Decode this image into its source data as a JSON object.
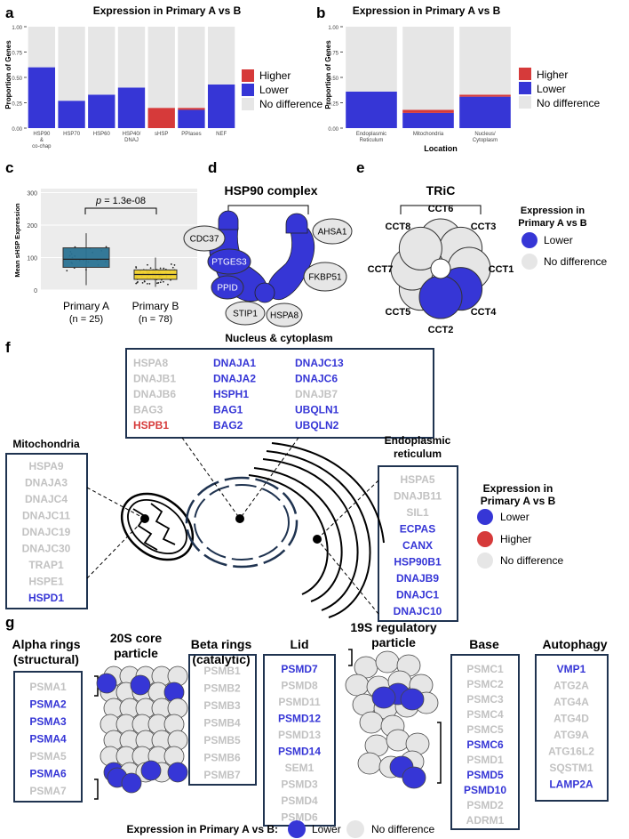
{
  "colors": {
    "lower": "#3636d6",
    "higher": "#d63a3a",
    "nodiff": "#e6e6e6",
    "grey_text": "#c2c2c2",
    "box_border": "#1f3350",
    "teal": "#2a7394",
    "yellow": "#f1d22c"
  },
  "panel_labels": {
    "a": "a",
    "b": "b",
    "c": "c",
    "d": "d",
    "e": "e",
    "f": "f",
    "g": "g"
  },
  "panel_a": {
    "title": "Expression in Primary A vs B",
    "ylabel": "Proportion of Genes",
    "yticks": [
      "0.00",
      "0.25",
      "0.50",
      "0.75",
      "1.00"
    ],
    "legend": [
      "Higher",
      "Lower",
      "No difference"
    ],
    "chart_data": {
      "type": "bar",
      "stacked": true,
      "categories": [
        "HSP90 & co-chap",
        "HSP70",
        "HSP60",
        "HSP40/ DNAJ",
        "sHSP",
        "PPIases",
        "NEF"
      ],
      "category_lines": [
        [
          "HSP90",
          "&",
          "co-chap"
        ],
        [
          "HSP70"
        ],
        [
          "HSP60"
        ],
        [
          "HSP40/",
          "DNAJ"
        ],
        [
          "sHSP"
        ],
        [
          "PPIases"
        ],
        [
          "NEF"
        ]
      ],
      "series": [
        {
          "name": "Lower",
          "values": [
            0.6,
            0.27,
            0.33,
            0.4,
            0.0,
            0.18,
            0.43
          ]
        },
        {
          "name": "Higher",
          "values": [
            0.0,
            0.0,
            0.0,
            0.0,
            0.2,
            0.02,
            0.0
          ]
        },
        {
          "name": "No difference",
          "values": [
            0.4,
            0.73,
            0.67,
            0.6,
            0.8,
            0.8,
            0.57
          ]
        }
      ],
      "ylim": [
        0,
        1
      ]
    }
  },
  "panel_b": {
    "title": "Expression in Primary A vs B",
    "ylabel": "Proportion of Genes",
    "xlabel": "Location",
    "yticks": [
      "0.00",
      "0.25",
      "0.50",
      "0.75",
      "1.00"
    ],
    "legend": [
      "Higher",
      "Lower",
      "No difference"
    ],
    "chart_data": {
      "type": "bar",
      "stacked": true,
      "categories": [
        "Endoplasmic Reticulum",
        "Mitochondria",
        "Nucleus/ Cytoplasm"
      ],
      "category_lines": [
        [
          "Endoplasmic",
          "Reticulum"
        ],
        [
          "Mitochondria"
        ],
        [
          "Nucleus/",
          "Cytoplasm"
        ]
      ],
      "series": [
        {
          "name": "Lower",
          "values": [
            0.36,
            0.15,
            0.31
          ]
        },
        {
          "name": "Higher",
          "values": [
            0.0,
            0.03,
            0.02
          ]
        },
        {
          "name": "No difference",
          "values": [
            0.64,
            0.82,
            0.67
          ]
        }
      ],
      "ylim": [
        0,
        1
      ]
    }
  },
  "panel_c": {
    "ylabel": "Mean sHSP Expression",
    "yticks": [
      "0",
      "100",
      "200",
      "300"
    ],
    "pvalue_p": "p",
    "pvalue_rest": " = 1.3e-08",
    "groups": [
      "Primary A",
      "Primary B"
    ],
    "ns": [
      "(n = 25)",
      "(n = 78)"
    ],
    "chart_data": {
      "type": "box",
      "ylim": [
        0,
        300
      ],
      "boxes": [
        {
          "name": "Primary A",
          "n": 25,
          "min": 15,
          "q1": 70,
          "median": 95,
          "q3": 130,
          "max": 175
        },
        {
          "name": "Primary B",
          "n": 78,
          "min": 10,
          "q1": 33,
          "median": 48,
          "q3": 62,
          "max": 100
        }
      ]
    }
  },
  "panel_d": {
    "title": "HSP90 complex",
    "proteins": [
      {
        "name": "CDC37",
        "status": "nodiff"
      },
      {
        "name": "PTGES3",
        "status": "lower"
      },
      {
        "name": "PPID",
        "status": "lower"
      },
      {
        "name": "STIP1",
        "status": "nodiff"
      },
      {
        "name": "HSPA8",
        "status": "nodiff"
      },
      {
        "name": "FKBP51",
        "status": "nodiff"
      },
      {
        "name": "AHSA1",
        "status": "nodiff"
      }
    ]
  },
  "panel_e": {
    "title": "TRiC",
    "subunits": [
      "CCT6",
      "CCT3",
      "CCT1",
      "CCT4",
      "CCT2",
      "CCT5",
      "CCT7",
      "CCT8"
    ],
    "lower_subunits": [
      "CCT4",
      "CCT2"
    ],
    "legend_title": "Expression in Primary A vs B",
    "legend_title_lines": [
      "Expression in",
      "Primary A vs B"
    ],
    "legend": [
      "Lower",
      "No difference"
    ]
  },
  "panel_f": {
    "nucleus_title": "Nucleus & cytoplasm",
    "nucleus_columns": [
      [
        {
          "name": "HSPA8",
          "status": "nodiff"
        },
        {
          "name": "DNAJB1",
          "status": "nodiff"
        },
        {
          "name": "DNAJB6",
          "status": "nodiff"
        },
        {
          "name": "BAG3",
          "status": "nodiff"
        },
        {
          "name": "HSPB1",
          "status": "higher"
        }
      ],
      [
        {
          "name": "DNAJA1",
          "status": "lower"
        },
        {
          "name": "DNAJA2",
          "status": "lower"
        },
        {
          "name": "HSPH1",
          "status": "lower"
        },
        {
          "name": "BAG1",
          "status": "lower"
        },
        {
          "name": "BAG2",
          "status": "lower"
        }
      ],
      [
        {
          "name": "DNAJC13",
          "status": "lower"
        },
        {
          "name": "DNAJC6",
          "status": "lower"
        },
        {
          "name": "DNAJB7",
          "status": "nodiff"
        },
        {
          "name": "UBQLN1",
          "status": "lower"
        },
        {
          "name": "UBQLN2",
          "status": "lower"
        }
      ]
    ],
    "mito_title": "Mitochondria",
    "mito_genes": [
      {
        "name": "HSPA9",
        "status": "nodiff"
      },
      {
        "name": "DNAJA3",
        "status": "nodiff"
      },
      {
        "name": "DNAJC4",
        "status": "nodiff"
      },
      {
        "name": "DNAJC11",
        "status": "nodiff"
      },
      {
        "name": "DNAJC19",
        "status": "nodiff"
      },
      {
        "name": "DNAJC30",
        "status": "nodiff"
      },
      {
        "name": "TRAP1",
        "status": "nodiff"
      },
      {
        "name": "HSPE1",
        "status": "nodiff"
      },
      {
        "name": "HSPD1",
        "status": "lower"
      }
    ],
    "er_title": "Endoplasmic reticulum",
    "er_title_lines": [
      "Endoplasmic",
      "reticulum"
    ],
    "er_genes": [
      {
        "name": "HSPA5",
        "status": "nodiff"
      },
      {
        "name": "DNAJB11",
        "status": "nodiff"
      },
      {
        "name": "SIL1",
        "status": "nodiff"
      },
      {
        "name": "ECPAS",
        "status": "lower"
      },
      {
        "name": "CANX",
        "status": "lower"
      },
      {
        "name": "HSP90B1",
        "status": "lower"
      },
      {
        "name": "DNAJB9",
        "status": "lower"
      },
      {
        "name": "DNAJC1",
        "status": "lower"
      },
      {
        "name": "DNAJC10",
        "status": "lower"
      }
    ],
    "legend_title_lines": [
      "Expression in",
      "Primary A vs B"
    ],
    "legend": [
      "Lower",
      "Higher",
      "No difference"
    ]
  },
  "panel_g": {
    "alpha_title_lines": [
      "Alpha rings",
      "(structural)"
    ],
    "core_title_lines": [
      "20S core",
      "particle"
    ],
    "beta_title_lines": [
      "Beta rings",
      "(catalytic)"
    ],
    "lid_title": "Lid",
    "reg_title_lines": [
      "19S regulatory",
      "particle"
    ],
    "base_title": "Base",
    "autophagy_title": "Autophagy",
    "alpha_genes": [
      {
        "name": "PSMA1",
        "status": "nodiff"
      },
      {
        "name": "PSMA2",
        "status": "lower"
      },
      {
        "name": "PSMA3",
        "status": "lower"
      },
      {
        "name": "PSMA4",
        "status": "lower"
      },
      {
        "name": "PSMA5",
        "status": "nodiff"
      },
      {
        "name": "PSMA6",
        "status": "lower"
      },
      {
        "name": "PSMA7",
        "status": "nodiff"
      }
    ],
    "beta_genes": [
      {
        "name": "PSMB1",
        "status": "nodiff"
      },
      {
        "name": "PSMB2",
        "status": "nodiff"
      },
      {
        "name": "PSMB3",
        "status": "nodiff"
      },
      {
        "name": "PSMB4",
        "status": "nodiff"
      },
      {
        "name": "PSMB5",
        "status": "nodiff"
      },
      {
        "name": "PSMB6",
        "status": "nodiff"
      },
      {
        "name": "PSMB7",
        "status": "nodiff"
      }
    ],
    "lid_genes": [
      {
        "name": "PSMD7",
        "status": "lower"
      },
      {
        "name": "PSMD8",
        "status": "nodiff"
      },
      {
        "name": "PSMD11",
        "status": "nodiff"
      },
      {
        "name": "PSMD12",
        "status": "lower"
      },
      {
        "name": "PSMD13",
        "status": "nodiff"
      },
      {
        "name": "PSMD14",
        "status": "lower"
      },
      {
        "name": "SEM1",
        "status": "nodiff"
      },
      {
        "name": "PSMD3",
        "status": "nodiff"
      },
      {
        "name": "PSMD4",
        "status": "nodiff"
      },
      {
        "name": "PSMD6",
        "status": "nodiff"
      }
    ],
    "base_genes": [
      {
        "name": "PSMC1",
        "status": "nodiff"
      },
      {
        "name": "PSMC2",
        "status": "nodiff"
      },
      {
        "name": "PSMC3",
        "status": "nodiff"
      },
      {
        "name": "PSMC4",
        "status": "nodiff"
      },
      {
        "name": "PSMC5",
        "status": "nodiff"
      },
      {
        "name": "PSMC6",
        "status": "lower"
      },
      {
        "name": "PSMD1",
        "status": "nodiff"
      },
      {
        "name": "PSMD5",
        "status": "lower"
      },
      {
        "name": "PSMD10",
        "status": "lower"
      },
      {
        "name": "PSMD2",
        "status": "nodiff"
      },
      {
        "name": "ADRM1",
        "status": "nodiff"
      }
    ],
    "autophagy_genes": [
      {
        "name": "VMP1",
        "status": "lower"
      },
      {
        "name": "ATG2A",
        "status": "nodiff"
      },
      {
        "name": "ATG4A",
        "status": "nodiff"
      },
      {
        "name": "ATG4D",
        "status": "nodiff"
      },
      {
        "name": "ATG9A",
        "status": "nodiff"
      },
      {
        "name": "ATG16L2",
        "status": "nodiff"
      },
      {
        "name": "SQSTM1",
        "status": "nodiff"
      },
      {
        "name": "LAMP2A",
        "status": "lower"
      }
    ],
    "legend_title": "Expression in Primary A vs B:",
    "legend": [
      "Lower",
      "No difference"
    ]
  }
}
